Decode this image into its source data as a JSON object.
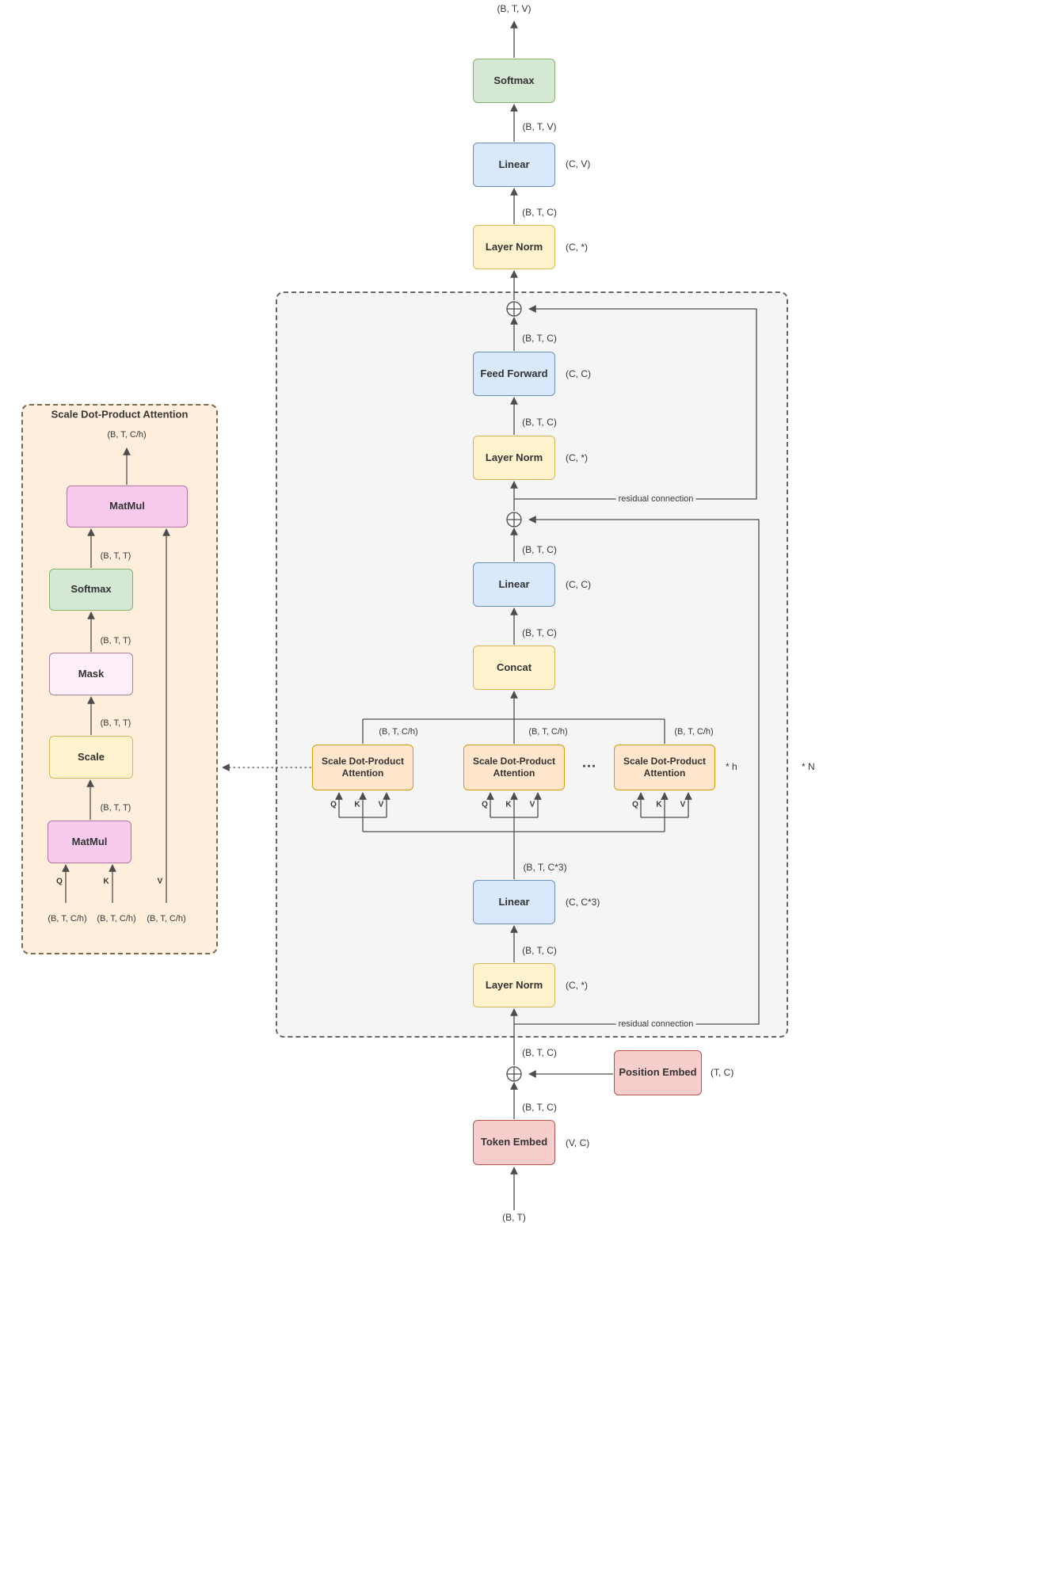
{
  "shapes": {
    "btv": "(B, T, V)",
    "btc": "(B, T, C)",
    "btc3": "(B, T, C*3)",
    "btch": "(B, T, C/h)",
    "btt": "(B, T, T)",
    "bt": "(B, T)"
  },
  "nodes": {
    "softmax": "Softmax",
    "linear": "Linear",
    "layer_norm": "Layer Norm",
    "feed_forward": "Feed Forward",
    "concat": "Concat",
    "attention": "Scale Dot-Product Attention",
    "matmul": "MatMul",
    "mask": "Mask",
    "scale": "Scale",
    "token_embed": "Token Embed",
    "position_embed": "Position Embed"
  },
  "params": {
    "cv": "(C, V)",
    "c_star": "(C, *)",
    "cc": "(C, C)",
    "cc3": "(C, C*3)",
    "tc": "(T, C)",
    "vc": "(V, C)"
  },
  "annotations": {
    "residual": "residual connection",
    "n_times": "* N",
    "h_times": "* h",
    "dots": "...",
    "q": "Q",
    "k": "K",
    "v": "V",
    "detail_title": "Scale Dot-Product Attention"
  },
  "colors": {
    "softmax_fill": "#d5e8d4",
    "softmax_stroke": "#82b366",
    "linear_fill": "#dae8fc",
    "linear_stroke": "#6c8ebf",
    "norm_fill": "#fff2cc",
    "norm_stroke": "#d6b656",
    "embed_fill": "#f8cecc",
    "embed_stroke": "#b85450",
    "matmul_fill": "#f8cbee",
    "matmul_stroke": "#b5739d",
    "attention_fill": "#ffe6cc",
    "attention_stroke": "#d79b00",
    "block_fill": "#f5f5f5",
    "detail_fill": "#ffeedb",
    "wire": "#4d4d4d"
  }
}
